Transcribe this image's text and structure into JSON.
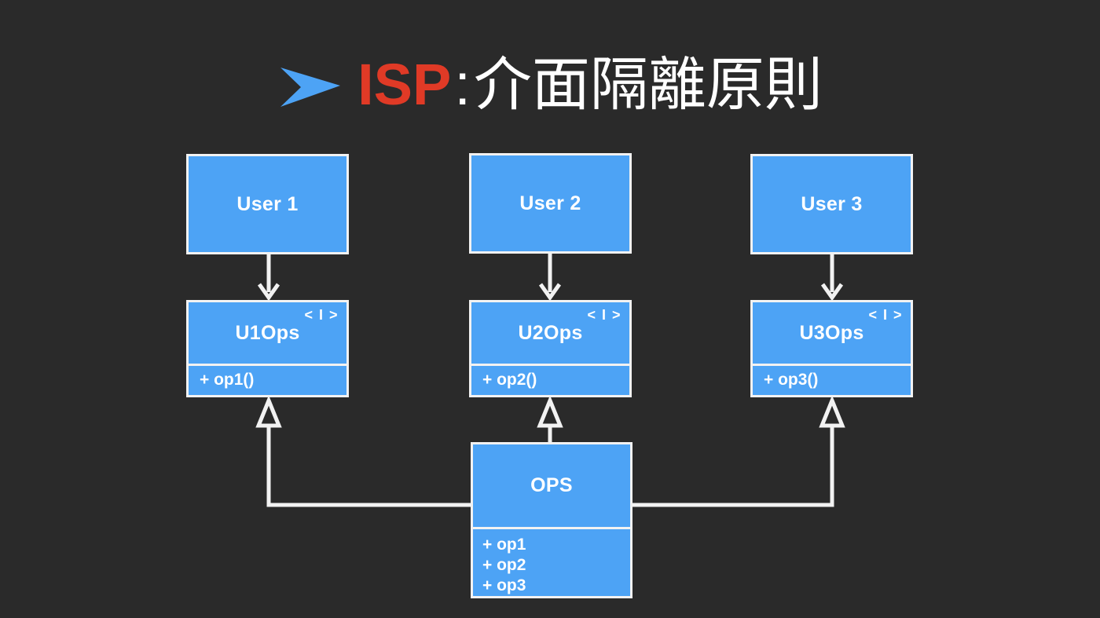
{
  "slide": {
    "background_color": "#2a2a2a",
    "accent_blue": "#4da3f5",
    "accent_red": "#e03a26",
    "stroke_white": "#f2f2f2"
  },
  "title": {
    "bullet_icon": "arrow-bullet-icon",
    "bullet_color": "#4da3f5",
    "acronym": "ISP",
    "separator": ":",
    "chinese": "介面隔離原則",
    "full_text": "ISP：介面隔離原則"
  },
  "diagram": {
    "type": "uml-class-diagram",
    "actors": [
      {
        "id": "user1",
        "name": "User 1"
      },
      {
        "id": "user2",
        "name": "User 2"
      },
      {
        "id": "user3",
        "name": "User 3"
      }
    ],
    "interfaces": [
      {
        "id": "u1ops",
        "name": "U1Ops",
        "stereotype": "< I >",
        "members": [
          "+ op1()"
        ]
      },
      {
        "id": "u2ops",
        "name": "U2Ops",
        "stereotype": "< I >",
        "members": [
          "+ op2()"
        ]
      },
      {
        "id": "u3ops",
        "name": "U3Ops",
        "stereotype": "< I >",
        "members": [
          "+ op3()"
        ]
      }
    ],
    "implementation": {
      "id": "ops",
      "name": "OPS",
      "members": [
        "+ op1",
        "+ op2",
        "+ op3"
      ]
    },
    "relations": [
      {
        "from": "user1",
        "to": "u1ops",
        "kind": "dependency",
        "arrow": "open-v-arrow"
      },
      {
        "from": "user2",
        "to": "u2ops",
        "kind": "dependency",
        "arrow": "open-v-arrow"
      },
      {
        "from": "user3",
        "to": "u3ops",
        "kind": "dependency",
        "arrow": "open-v-arrow"
      },
      {
        "from": "ops",
        "to": "u1ops",
        "kind": "realization",
        "arrow": "hollow-triangle"
      },
      {
        "from": "ops",
        "to": "u2ops",
        "kind": "realization",
        "arrow": "hollow-triangle"
      },
      {
        "from": "ops",
        "to": "u3ops",
        "kind": "realization",
        "arrow": "hollow-triangle"
      }
    ]
  }
}
